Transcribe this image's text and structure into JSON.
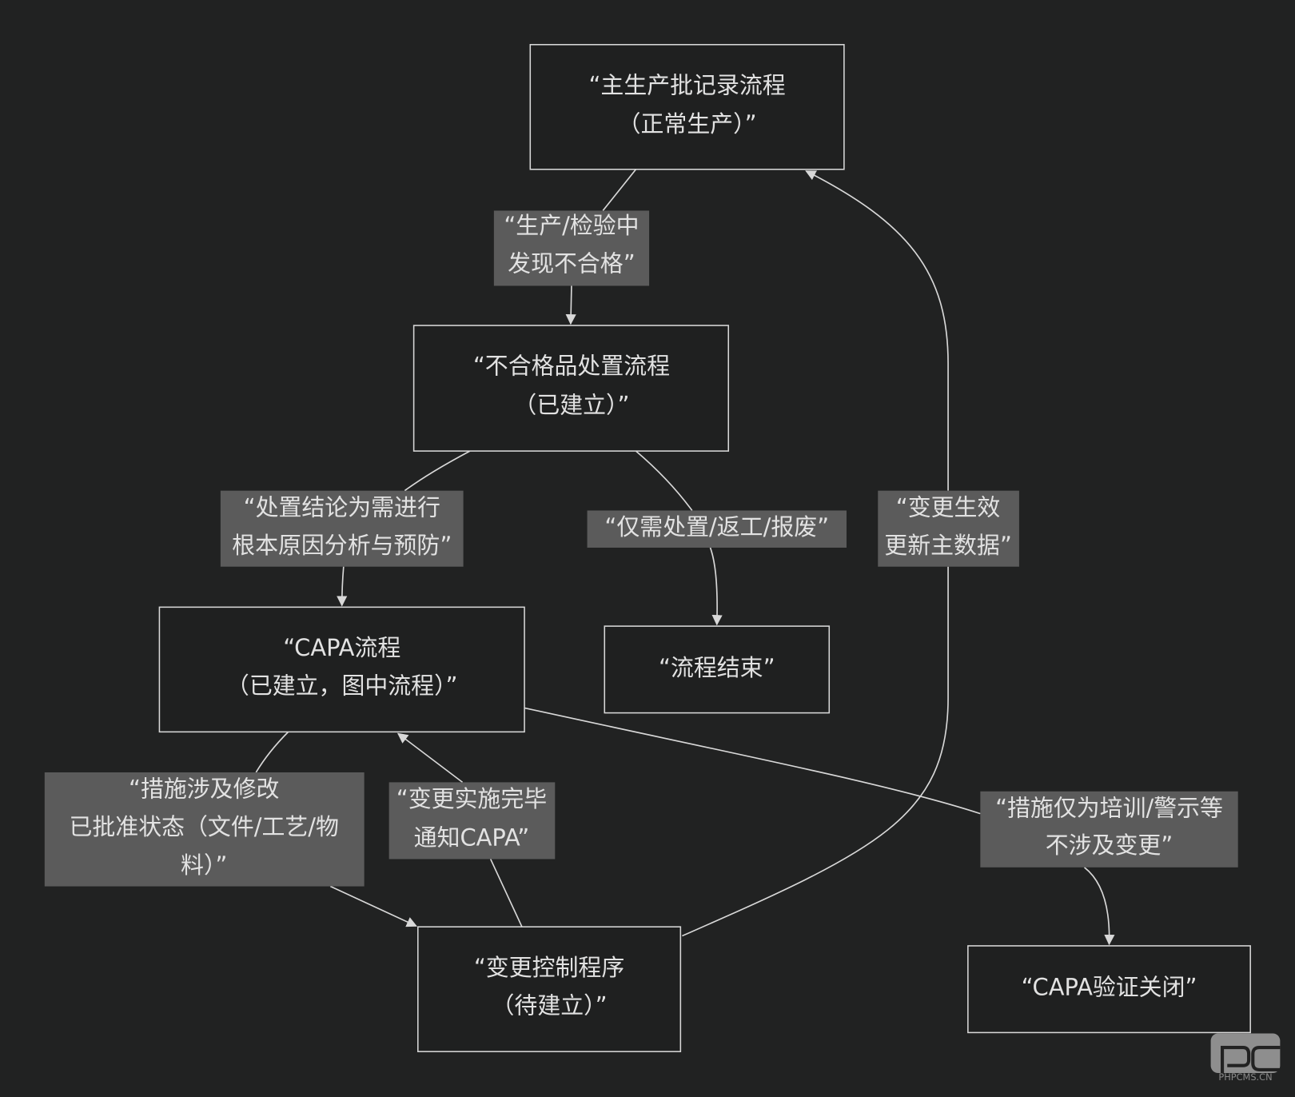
{
  "nodes": {
    "main_batch": [
      "“主生产批记录流程",
      "（正常生产）”"
    ],
    "nonconforming": [
      "“不合格品处置流程",
      "（已建立）”"
    ],
    "capa": [
      "“CAPA流程",
      "（已建立，图中流程）”"
    ],
    "end": [
      "“流程结束”"
    ],
    "change_control": [
      "“变更控制程序",
      "（待建立）”"
    ],
    "capa_close": [
      "“CAPA验证关闭”"
    ]
  },
  "edge_labels": {
    "found_nonconforming": [
      "“生产/检验中",
      "发现不合格”"
    ],
    "need_rca": [
      "“处置结论为需进行",
      "根本原因分析与预防”"
    ],
    "only_disposal": [
      "“仅需处置/返工/报废”"
    ],
    "change_effective": [
      "“变更生效",
      "更新主数据”"
    ],
    "involves_change": [
      "“措施涉及修改",
      "已批准状态（文件/工艺/物",
      "料）”"
    ],
    "change_done": [
      "“变更实施完毕",
      "通知CAPA”"
    ],
    "training_only": [
      "“措施仅为培训/警示等",
      "不涉及变更”"
    ]
  },
  "watermark": "PHPCMS.CN"
}
